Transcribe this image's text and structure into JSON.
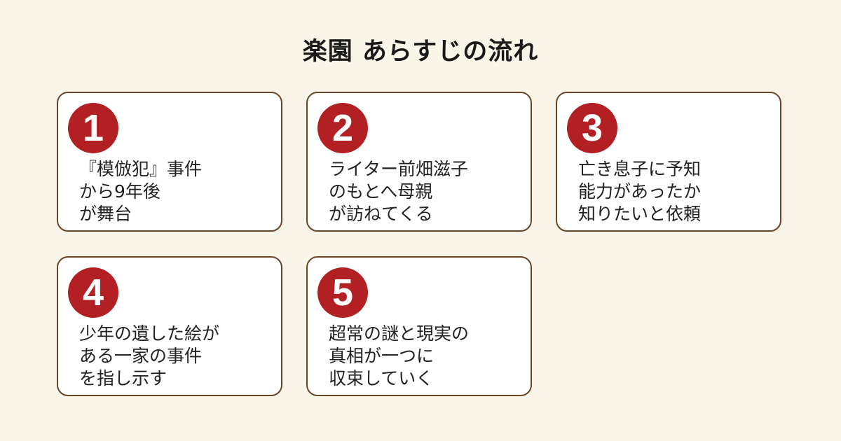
{
  "title": "楽園 あらすじの流れ",
  "steps": [
    {
      "number": "1",
      "lines": [
        "『模倣犯』事件",
        "から9年後",
        "が舞台"
      ]
    },
    {
      "number": "2",
      "lines": [
        "ライター前畑滋子",
        "のもとへ母親",
        "が訪ねてくる"
      ]
    },
    {
      "number": "3",
      "lines": [
        "亡き息子に予知",
        "能力があったか",
        "知りたいと依頼"
      ]
    },
    {
      "number": "4",
      "lines": [
        "少年の遺した絵が",
        "ある一家の事件",
        "を指し示す"
      ]
    },
    {
      "number": "5",
      "lines": [
        "超常の謎と現実の",
        "真相が一つに",
        "収束していく"
      ]
    }
  ],
  "colors": {
    "background": "#faf5e9",
    "card_border": "#6b4426",
    "badge": "#b32024"
  }
}
